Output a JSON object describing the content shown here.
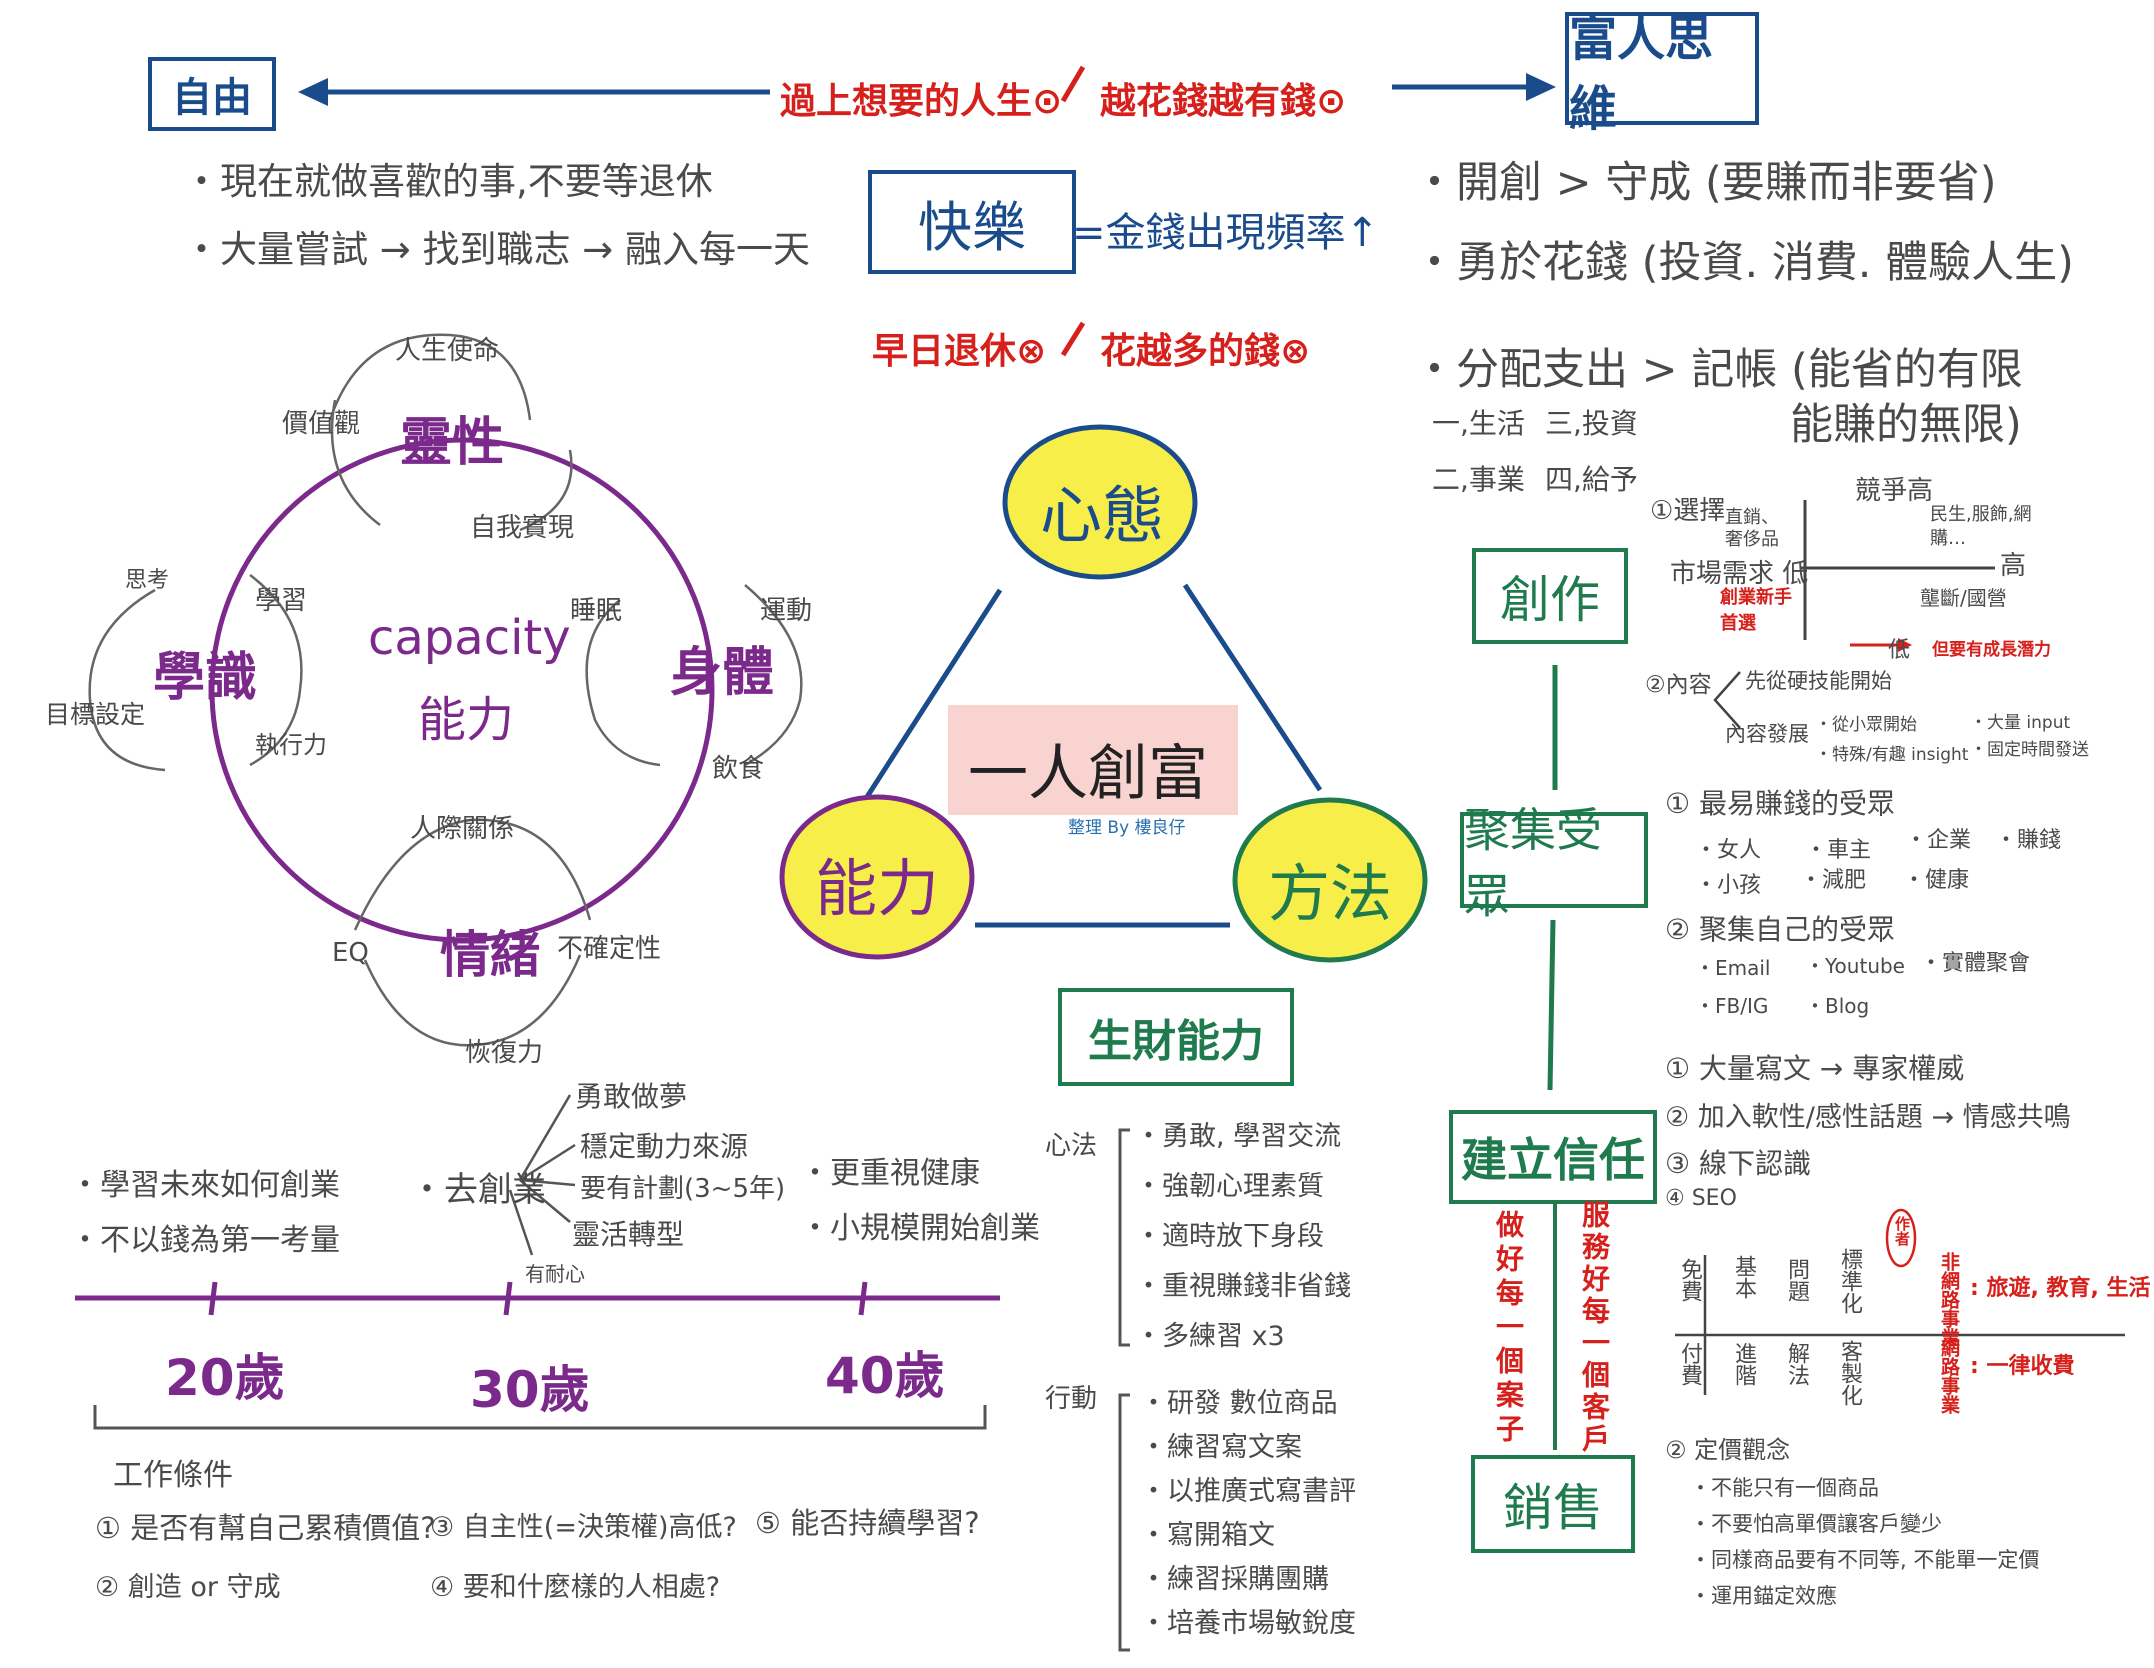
{
  "header": {
    "freedom": "自由",
    "rich_mind": "富人思維",
    "slogan_good_1": "過上想要的人生⊙",
    "slogan_good_2": "越花錢越有錢⊙",
    "slogan_bad_1": "早日退休⊗",
    "slogan_bad_2": "花越多的錢⊗",
    "happiness_box": "快樂",
    "happiness_eq": "=金錢出現頻率↑"
  },
  "freedom_notes": [
    "・現在就做喜歡的事,不要等退休",
    "・大量嘗試 → 找到職志 → 融入每一天"
  ],
  "rich_notes": [
    "・開創 > 守成 (要賺而非要省)",
    "・勇於花錢 (投資. 消費. 體驗人生)",
    "・分配支出 > 記帳 (能省的有限",
    "能賺的無限)"
  ],
  "spending": [
    "一,生活",
    "三,投資",
    "二,事業",
    "四,給予"
  ],
  "triangle": {
    "center": "一人創富",
    "credit": "整理 By 樓良仔",
    "mindset": "心態",
    "ability": "能力",
    "method": "方法"
  },
  "capacity": {
    "center_1": "capacity",
    "center_2": "能力",
    "spirit": "靈性",
    "knowledge": "學識",
    "body": "身體",
    "emotion": "情緒",
    "spirit_items": [
      "人生使命",
      "價值觀",
      "自我實現"
    ],
    "knowledge_items": [
      "思考",
      "學習",
      "目標設定",
      "執行力"
    ],
    "body_items": [
      "睡眠",
      "運動",
      "飲食"
    ],
    "emotion_items": [
      "人際關係",
      "EQ",
      "不確定性",
      "恢復力"
    ]
  },
  "timeline": {
    "ages": [
      "20歲",
      "30歲",
      "40歲"
    ],
    "age20": [
      "・學習未來如何創業",
      "・不以錢為第一考量"
    ],
    "age30_main": "・去創業",
    "age30_items": [
      "勇敢做夢",
      "穩定動力來源",
      "要有計劃(3~5年)",
      "靈活轉型"
    ],
    "age30_extra": "有耐心",
    "age40": [
      "・更重視健康",
      "・小規模開始創業"
    ],
    "work_title": "工作條件",
    "work_items": [
      "① 是否有幫自己累積價值?",
      "③ 自主性(=決策權)高低?",
      "⑤ 能否持續學習?",
      "② 創造 or 守成",
      "④ 要和什麼樣的人相處?"
    ]
  },
  "wealth": {
    "title": "生財能力",
    "mind_label": "心法",
    "mind_items": [
      "・勇敢, 學習交流",
      "・強韌心理素質",
      "・適時放下身段",
      "・重視賺錢非省錢",
      "・多練習 x3"
    ],
    "action_label": "行動",
    "action_items": [
      "・研發 數位商品",
      "・練習寫文案",
      "・以推廣式寫書評",
      "・寫開箱文",
      "・練習採購團購",
      "・培養市場敏銳度"
    ]
  },
  "flow": {
    "create": "創作",
    "gather": "聚集受眾",
    "trust": "建立信任",
    "sell": "銷售",
    "side_left": "做好每一個案子",
    "side_right": "服務好每一個客戶"
  },
  "create_notes": {
    "choose": "①選擇",
    "competition_high": "競爭高",
    "market": "市場需求 低",
    "high": "高",
    "low": "低",
    "q_tl": "直銷、奢侈品",
    "q_tr": "民生,服飾,網購…",
    "q_bl": "創業新手首選",
    "q_br": "壟斷/國營",
    "growth": "但要有成長潛力",
    "content": "②內容",
    "content_a": "先從硬技能開始",
    "content_b": "內容發展",
    "content_b1": "・從小眾開始",
    "content_b2": "・特殊/有趣 insight",
    "content_c1": "・大量 input",
    "content_c2": "・固定時間發送"
  },
  "gather_notes": {
    "easy": "① 最易賺錢的受眾",
    "easy_items": [
      "・女人",
      "・車主",
      "・企業",
      "・賺錢",
      "・小孩",
      "・減肥",
      "・健康"
    ],
    "own": "② 聚集自己的受眾",
    "own_items": [
      "・Email",
      "・Youtube",
      "・實體聚會",
      "・FB/IG",
      "・Blog"
    ]
  },
  "trust_notes": [
    "① 大量寫文 → 專家權威",
    "② 加入軟性/感性話題 → 情感共鳴",
    "③ 線下認識",
    "④ SEO"
  ],
  "sell_notes": {
    "table_row1": [
      "免費",
      "基本",
      "問題",
      "標準化"
    ],
    "table_row2": [
      "付費",
      "進階",
      "解法",
      "客製化"
    ],
    "tag": "作者",
    "nonnet": "非網路事業",
    "nonnet_note": ": 旅遊, 教育, 生活",
    "net": "網路事業",
    "net_note": ": 一律收費",
    "pricing": "② 定價觀念",
    "pricing_items": [
      "・不能只有一個商品",
      "・不要怕高單價讓客戶變少",
      "・同樣商品要有不同等, 不能單一定價",
      "・運用錨定效應"
    ]
  }
}
